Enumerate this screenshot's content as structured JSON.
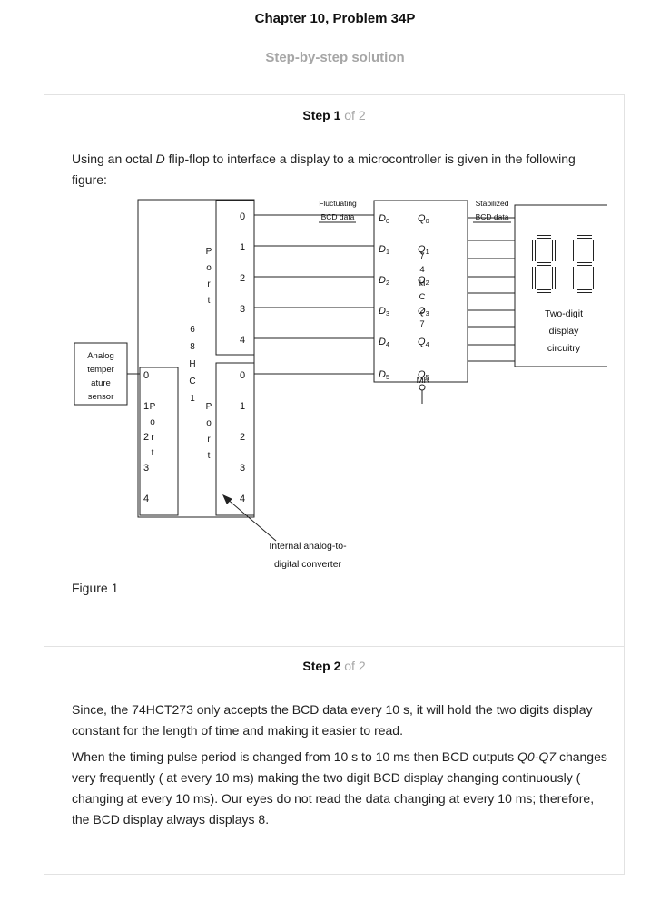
{
  "header": {
    "title": "Chapter 10, Problem 34P",
    "subtitle": "Step-by-step solution"
  },
  "step1": {
    "label": "Step 1",
    "of": "of 2",
    "intro_before": "Using an octal ",
    "intro_italic": "D",
    "intro_after": " flip-flop to interface a display to a microcontroller is given in the following figure:",
    "figure_caption": "Figure 1"
  },
  "figure": {
    "sensor_label_lines": [
      "Analog",
      "temper",
      "ature",
      "sensor"
    ],
    "micro_label_chars": [
      "6",
      "8",
      "H",
      "C",
      "1"
    ],
    "port_word_chars": [
      "P",
      "o",
      "r",
      "t"
    ],
    "upper_port_pins": [
      "0",
      "1",
      "2",
      "3",
      "4"
    ],
    "lower_port_pins": [
      "0",
      "1",
      "2",
      "3",
      "4"
    ],
    "left_port_pins": [
      "0",
      "1",
      "2",
      "3",
      "4"
    ],
    "fluctuating_label": [
      "Fluctuating",
      "BCD data"
    ],
    "stabilized_label": [
      "Stabilized",
      "BCD data"
    ],
    "d_inputs": [
      "D0",
      "D1",
      "D2",
      "D3",
      "D4",
      "D5"
    ],
    "q_outputs": [
      "Q0",
      "Q1",
      "Q2",
      "Q3",
      "Q4",
      "Q5"
    ],
    "latch_chars": [
      "7",
      "4",
      "H",
      "C",
      "2",
      "7"
    ],
    "mr_label": "MR",
    "display_digits": "88",
    "display_label": [
      "Two-digit",
      "display",
      "circuitry"
    ],
    "adc_label": [
      "Internal analog-to-",
      "digital converter"
    ]
  },
  "step2": {
    "label": "Step 2",
    "of": "of 2",
    "para1": "Since, the 74HCT273 only accepts the BCD data every 10 s, it will hold the two digits display constant for the length of time and making it easier to read.",
    "para2_before": "When the timing pulse period is changed from 10 s to 10 ms then BCD outputs ",
    "para2_italic": "Q0-Q7",
    "para2_after": " changes very frequently ( at every 10 ms) making the two digit BCD display changing continuously ( changing at every 10 ms). Our eyes do not read the data changing at every 10 ms; therefore, the BCD display always displays 8."
  }
}
